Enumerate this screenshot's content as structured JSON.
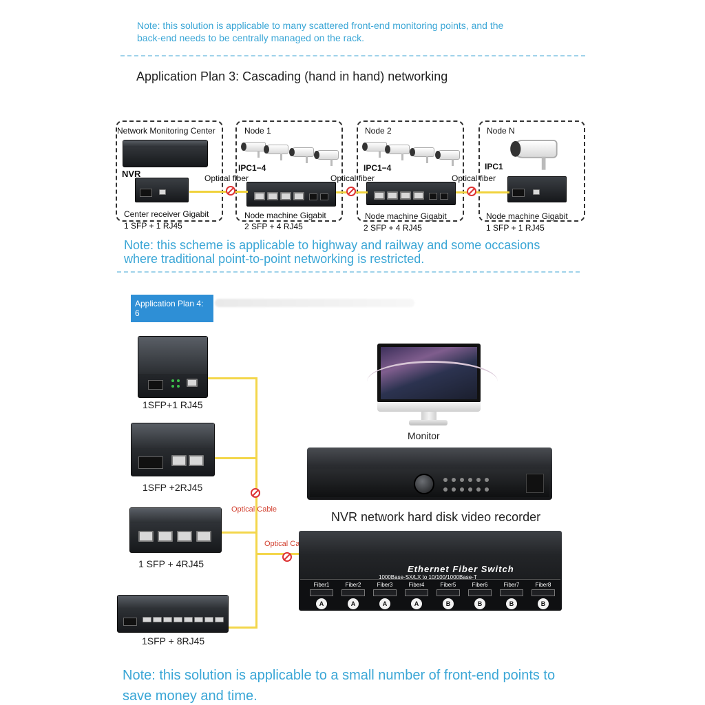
{
  "top_note": {
    "line1": "Note: this solution is applicable to many scattered front-end monitoring points, and the",
    "line2": "back-end needs to be centrally managed on the rack."
  },
  "plan3": {
    "title": "Application Plan 3: Cascading (hand in hand) networking",
    "center": {
      "heading": "Network Monitoring Center",
      "nvr_label": "NVR",
      "device_label": "Center receiver Gigabit",
      "spec": "1 SFP + 1 RJ45"
    },
    "fiber_labels": [
      "Optical fiber",
      "Optical fiber",
      "Optical fiber"
    ],
    "nodes": [
      {
        "heading": "Node 1",
        "cam_label": "IPC1−4",
        "device_label": "Node machine Gigabit",
        "spec": "2 SFP + 4 RJ45"
      },
      {
        "heading": "Node 2",
        "cam_label": "IPC1−4",
        "device_label": "Node machine Gigabit",
        "spec": "2 SFP + 4 RJ45"
      },
      {
        "heading": "Node N",
        "cam_label": "IPC1",
        "device_label": "Node machine Gigabit",
        "spec": "1 SFP + 1 RJ45"
      }
    ],
    "note": {
      "line1": "Note: this scheme is applicable to highway and railway and some occasions",
      "line2": "where traditional point-to-point networking is restricted."
    }
  },
  "plan4": {
    "tag": "Application Plan 4: 6",
    "devices": [
      {
        "caption": "1SFP+1 RJ45"
      },
      {
        "caption": "1SFP +2RJ45"
      },
      {
        "caption": "1 SFP + 4RJ45"
      },
      {
        "caption": "1SFP + 8RJ45"
      }
    ],
    "cable_labels": [
      "Optical Cable",
      "Optical Cable"
    ],
    "monitor_caption": "Monitor",
    "nvr_caption": "NVR network hard disk video recorder",
    "fiber_switch": {
      "title": "Ethernet Fiber Switch",
      "subtitle": "1000Base-SX/LX to 10/100/1000Base-T",
      "ports": [
        {
          "name": "Fiber1",
          "tag": "A"
        },
        {
          "name": "Fiber2",
          "tag": "A"
        },
        {
          "name": "Fiber3",
          "tag": "A"
        },
        {
          "name": "Fiber4",
          "tag": "A"
        },
        {
          "name": "Fiber5",
          "tag": "B"
        },
        {
          "name": "Fiber6",
          "tag": "B"
        },
        {
          "name": "Fiber7",
          "tag": "B"
        },
        {
          "name": "Fiber8",
          "tag": "B"
        }
      ]
    },
    "note": {
      "line1": "Note: this solution is applicable to a small number of front-end points to",
      "line2": "save money and time."
    }
  },
  "colors": {
    "note_blue": "#3aa6d6",
    "tag_blue": "#2e8fd6",
    "cable_yellow": "#f0d23c",
    "warn_red": "#d2402f"
  }
}
